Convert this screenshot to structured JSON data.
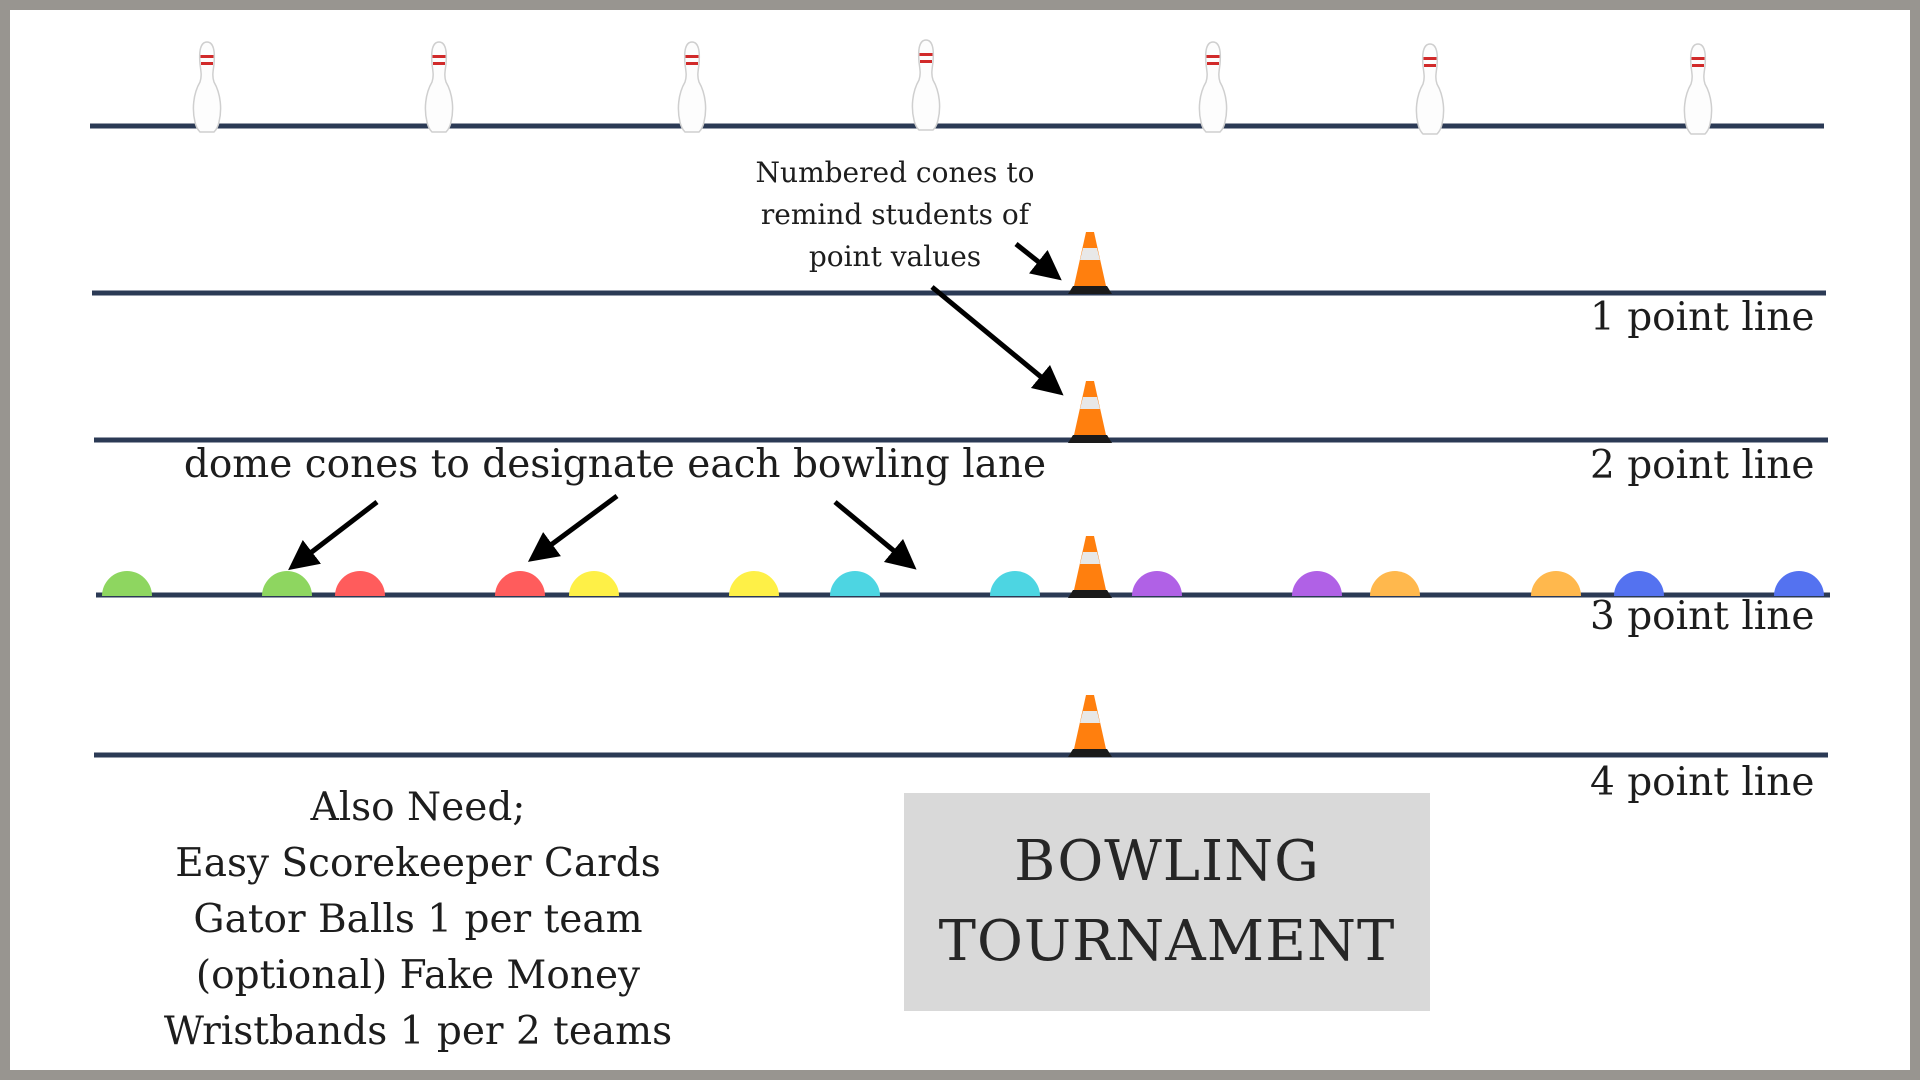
{
  "title": {
    "line1": "BOWLING",
    "line2": "TOURNAMENT"
  },
  "line_labels": [
    "1 point line",
    "2 point line",
    "3 point line",
    "4 point line"
  ],
  "annotations": {
    "numbered_cones": [
      "Numbered cones to",
      "remind students of",
      "point values"
    ],
    "dome_cones": "dome cones to designate each bowling lane"
  },
  "supplies": [
    "Also Need;",
    "Easy Scorekeeper Cards",
    "Gator Balls 1 per team",
    "(optional) Fake Money",
    "Wristbands 1 per 2 teams"
  ],
  "colors": {
    "line": "#2b3a55",
    "cone_orange": "#ff7f0e",
    "title_box": "#d9d9d9",
    "frame": "#989590",
    "dome_cones": [
      "#8ed660",
      "#ff5c5c",
      "#fef047",
      "#4dd5e2",
      "#b061e6",
      "#ffb84d",
      "#5472f0"
    ]
  },
  "icons": {
    "pin": "bowling-pin-icon",
    "cone": "traffic-cone-icon",
    "dome": "dome-cone-icon",
    "arrow": "arrow-icon"
  }
}
